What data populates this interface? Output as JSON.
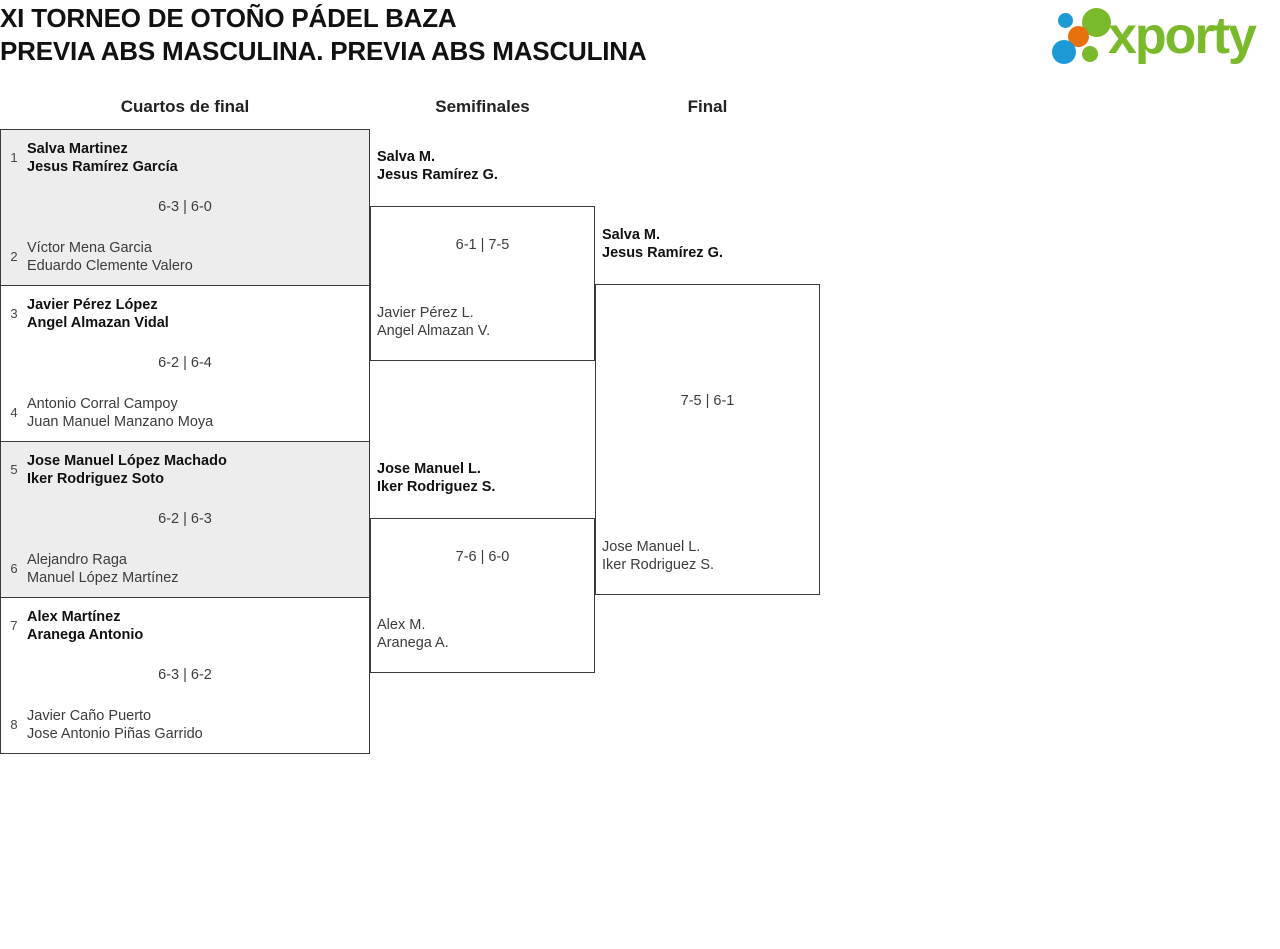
{
  "header": {
    "title_line1": "XI TORNEO DE OTOÑO PÁDEL BAZA",
    "title_line2": "PREVIA ABS MASCULINA. PREVIA ABS MASCULINA",
    "logo_text": "xporty",
    "logo_colors": {
      "green": "#7ab929",
      "blue": "#1b9ad6",
      "orange": "#e8700d"
    }
  },
  "rounds": [
    {
      "label": "Cuartos de final"
    },
    {
      "label": "Semifinales"
    },
    {
      "label": "Final"
    }
  ],
  "quarterfinals": [
    {
      "top_seed": "1",
      "top_player1": "Salva Martinez",
      "top_player2": "Jesus Ramírez García",
      "bottom_seed": "2",
      "bottom_player1": "Víctor Mena Garcia",
      "bottom_player2": "Eduardo Clemente Valero",
      "score": "6-3 | 6-0",
      "winner": "top"
    },
    {
      "top_seed": "3",
      "top_player1": "Javier Pérez López",
      "top_player2": "Angel Almazan Vidal",
      "bottom_seed": "4",
      "bottom_player1": "Antonio Corral Campoy",
      "bottom_player2": "Juan Manuel Manzano Moya",
      "score": "6-2 | 6-4",
      "winner": "top"
    },
    {
      "top_seed": "5",
      "top_player1": "Jose Manuel López Machado",
      "top_player2": "Iker Rodriguez Soto",
      "bottom_seed": "6",
      "bottom_player1": "Alejandro Raga",
      "bottom_player2": "Manuel López Martínez",
      "score": "6-2 | 6-3",
      "winner": "top"
    },
    {
      "top_seed": "7",
      "top_player1": "Alex Martínez",
      "top_player2": "Aranega Antonio",
      "bottom_seed": "8",
      "bottom_player1": "Javier Caño Puerto",
      "bottom_player2": "Jose Antonio Piñas Garrido",
      "score": "6-3 | 6-2",
      "winner": "top"
    }
  ],
  "semifinals": [
    {
      "top_player1": "Salva M.",
      "top_player2": "Jesus Ramírez G.",
      "bottom_player1": "Javier Pérez L.",
      "bottom_player2": "Angel Almazan V.",
      "score": "6-1 | 7-5",
      "winner": "top"
    },
    {
      "top_player1": "Jose Manuel L.",
      "top_player2": "Iker Rodriguez S.",
      "bottom_player1": "Alex M.",
      "bottom_player2": "Aranega A.",
      "score": "7-6 | 6-0",
      "winner": "top"
    }
  ],
  "final": {
    "top_player1": "Salva M.",
    "top_player2": "Jesus Ramírez G.",
    "bottom_player1": "Jose Manuel L.",
    "bottom_player2": "Iker Rodriguez S.",
    "score": "7-5 | 6-1",
    "winner": "top"
  }
}
